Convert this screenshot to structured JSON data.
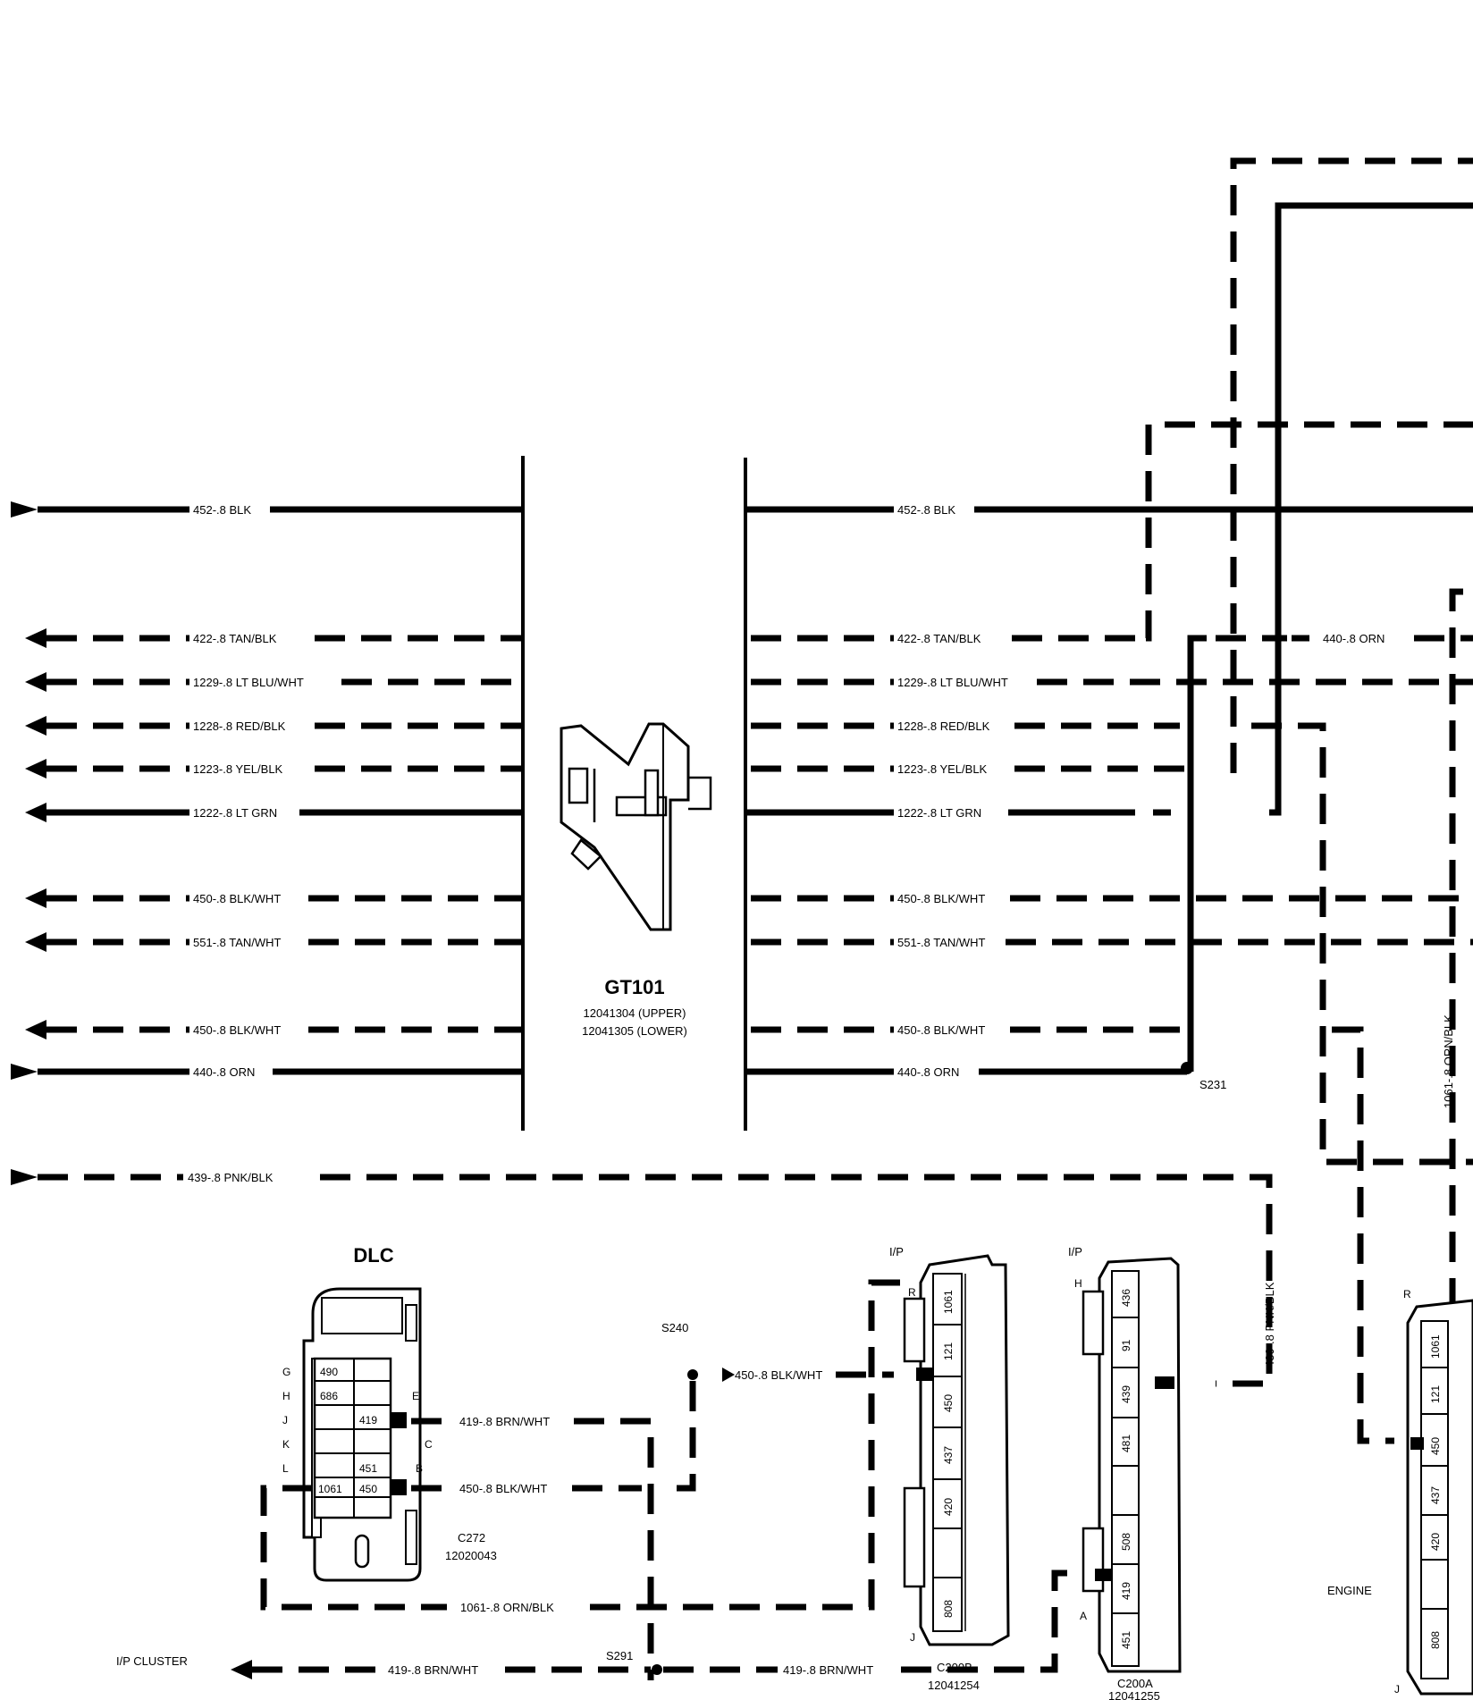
{
  "connector_gt101": {
    "name": "GT101",
    "part_upper": "12041304 (UPPER)",
    "part_lower": "12041305 (LOWER)"
  },
  "left_wires": [
    "452-.8 BLK",
    "422-.8 TAN/BLK",
    "1229-.8 LT BLU/WHT",
    "1228-.8 RED/BLK",
    "1223-.8 YEL/BLK",
    "1222-.8 LT GRN",
    "450-.8 BLK/WHT",
    "551-.8 TAN/WHT",
    "450-.8 BLK/WHT",
    "440-.8 ORN"
  ],
  "right_wires": [
    "452-.8 BLK",
    "422-.8 TAN/BLK",
    "1229-.8 LT BLU/WHT",
    "1228-.8 RED/BLK",
    "1223-.8 YEL/BLK",
    "1222-.8 LT GRN",
    "450-.8 BLK/WHT",
    "551-.8 TAN/WHT",
    "450-.8 BLK/WHT",
    "440-.8 ORN"
  ],
  "upper_right": {
    "orn_label": "440-.8 ORN",
    "vertical_label": "1061-.8 ORN/BLK"
  },
  "splices": {
    "s231": "S231",
    "s240": "S240",
    "s291": "S291"
  },
  "lower_wires": {
    "pnk_blk": "439-.8 PNK/BLK",
    "pnk_blk_vertical": "439-.8 PNK/BLK",
    "s240_blk_wht": "450-.8 BLK/WHT",
    "brn_wht_upper": "419-.8 BRN/WHT",
    "blk_wht_lower": "450-.8 BLK/WHT",
    "orn_blk": "1061-.8 ORN/BLK",
    "brn_wht_cluster": "419-.8 BRN/WHT",
    "brn_wht_c200a": "419-.8 BRN/WHT"
  },
  "dlc": {
    "title": "DLC",
    "connector": "C272",
    "part": "12020043",
    "left_pins": [
      "G",
      "H",
      "J",
      "K",
      "L"
    ],
    "right_pins": [
      "E",
      "C",
      "B"
    ],
    "cells": [
      "490",
      "686",
      "419",
      "451",
      "1061",
      "450"
    ]
  },
  "c200b": {
    "ip": "I/P",
    "name": "C200B",
    "part": "12041254",
    "pin_top": "R",
    "pin_bottom": "J",
    "cells": [
      "1061",
      "121",
      "450",
      "437",
      "420",
      "",
      "808"
    ]
  },
  "c200a": {
    "ip": "I/P",
    "name": "C200A",
    "part": "12041255",
    "pin_top": "H",
    "pin_bottom": "A",
    "cells": [
      "436",
      "91",
      "439",
      "481",
      "",
      "508",
      "419",
      "451"
    ]
  },
  "engine": {
    "label": "ENGINE",
    "pin_top": "R",
    "pin_bottom": "J",
    "cells": [
      "1061",
      "121",
      "450",
      "437",
      "420",
      "",
      "808"
    ]
  },
  "ip_cluster": "I/P CLUSTER"
}
